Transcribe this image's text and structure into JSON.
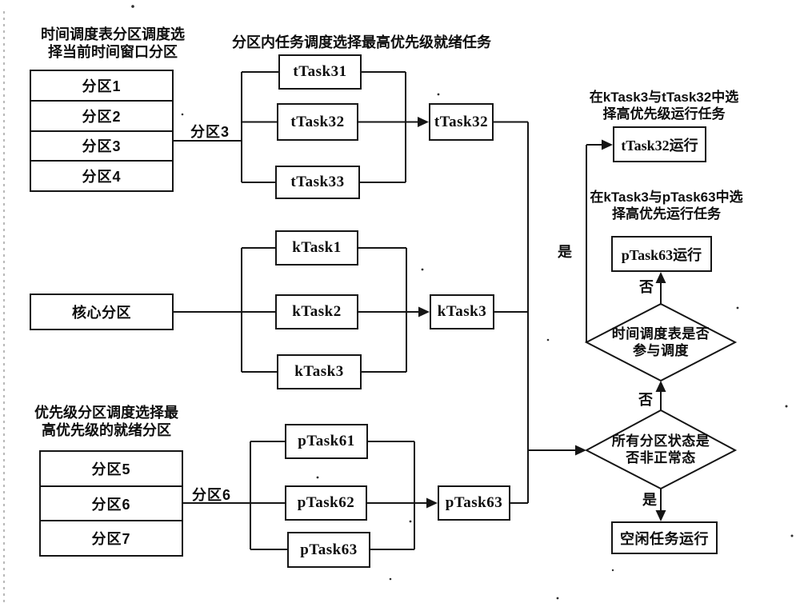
{
  "sections": {
    "time_schedule": {
      "title": "时间调度表分区调度选\n择当前时间窗口分区",
      "partitions": [
        "分区1",
        "分区2",
        "分区3",
        "分区4"
      ],
      "branch_label": "分区3"
    },
    "partition_task": {
      "title": "分区内任务调度选择最高优先级就绪任务",
      "tasks": [
        "tTask31",
        "tTask32",
        "tTask33"
      ],
      "selected": "tTask32"
    },
    "core": {
      "box": "核心分区",
      "tasks": [
        "kTask1",
        "kTask2",
        "kTask3"
      ],
      "selected": "kTask3"
    },
    "priority": {
      "title": "优先级分区调度选择最\n高优先级的就绪分区",
      "partitions": [
        "分区5",
        "分区6",
        "分区7"
      ],
      "branch_label": "分区6",
      "tasks": [
        "pTask61",
        "pTask62",
        "pTask63"
      ],
      "selected": "pTask63"
    },
    "run_select_t": {
      "title": "在kTask3与tTask32中选\n择高优先级运行任务",
      "box": "tTask32运行"
    },
    "run_select_p": {
      "title": "在kTask3与pTask63中选\n择高优先运行任务",
      "box": "pTask63运行"
    },
    "decisions": {
      "time_table": "时间调度表是否\n参与调度",
      "partition_state": "所有分区状态是\n否非正常态"
    },
    "idle": {
      "box": "空闲任务运行"
    },
    "branch_labels": {
      "yes": "是",
      "no": "否"
    }
  },
  "colors": {
    "line": "#151515",
    "background": "#ffffff",
    "text": "#0d0d0d"
  }
}
